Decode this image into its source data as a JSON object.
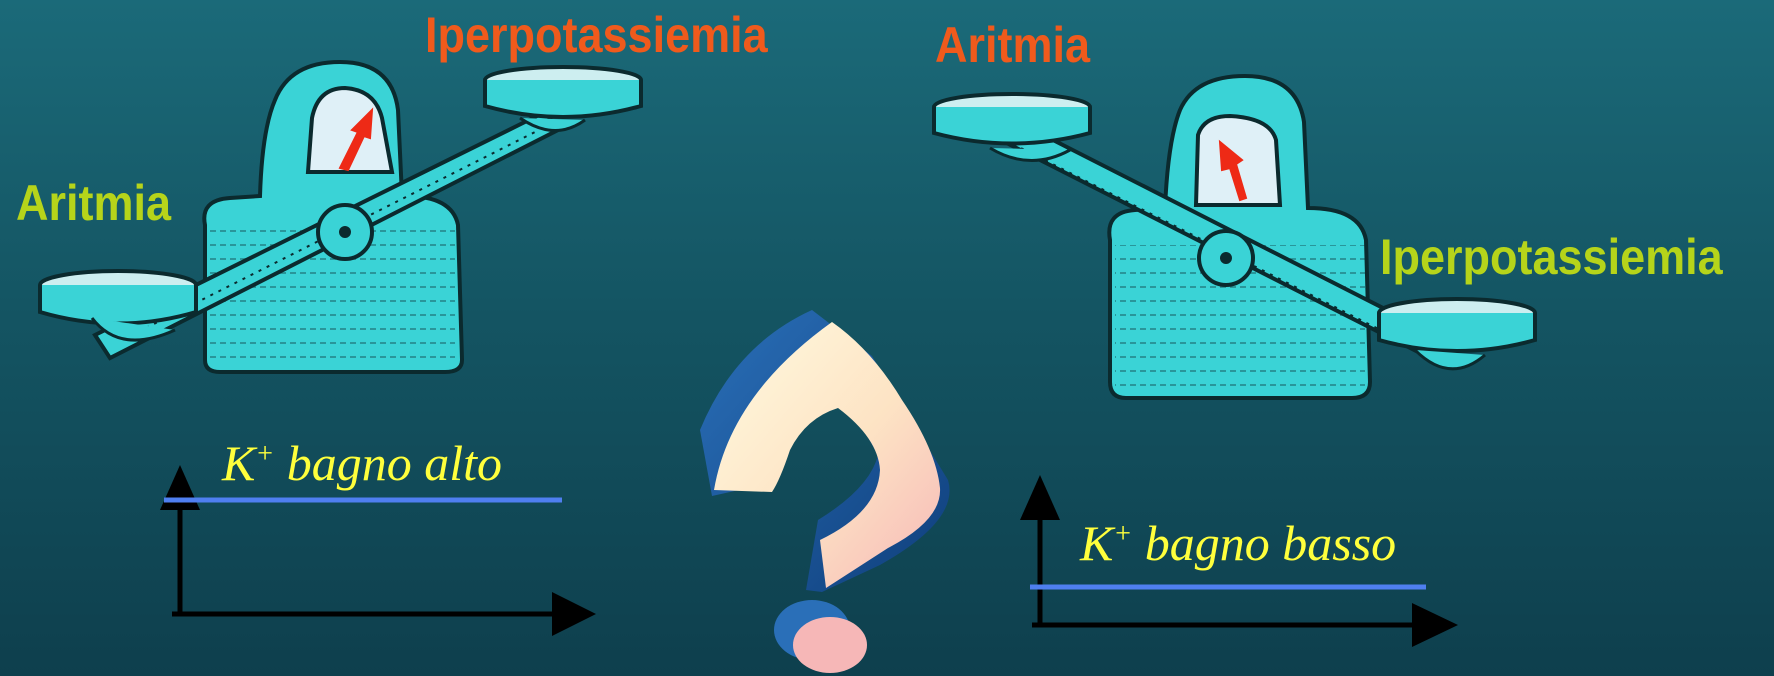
{
  "left_scale": {
    "heavy_label": "Aritmia",
    "light_label": "Iperpotassiemia"
  },
  "right_scale": {
    "heavy_label": "Iperpotassiemia",
    "light_label": "Aritmia"
  },
  "left_graph": {
    "k_symbol": "K",
    "sup": "+",
    "text": "bagno alto"
  },
  "right_graph": {
    "k_symbol": "K",
    "sup": "+",
    "text": "bagno basso"
  },
  "colors": {
    "label_orange": "#f05a1c",
    "label_green": "#b6d41a",
    "curve_label_yellow": "#ffff3c",
    "scale_body": "#3ad3d6",
    "k_line": "#4f7ff0",
    "axis": "#000000"
  },
  "icons": [
    "balance-scale-icon",
    "question-mark-icon",
    "needle-arrow-icon"
  ]
}
